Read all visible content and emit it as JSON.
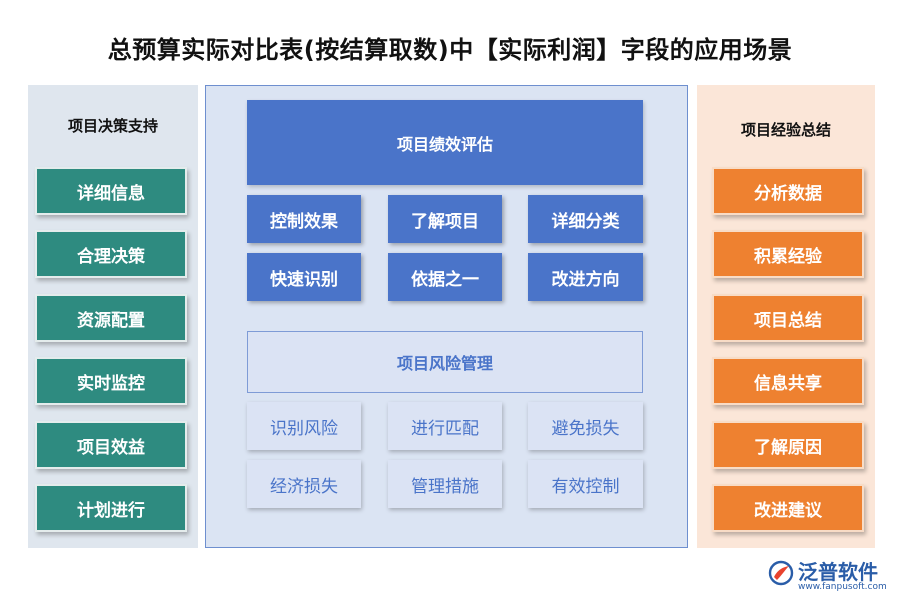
{
  "title": "总预算实际对比表(按结算取数)中【实际利润】字段的应用场景",
  "left_panel": {
    "title": "项目决策支持",
    "items": [
      "详细信息",
      "合理决策",
      "资源配置",
      "实时监控",
      "项目效益",
      "计划进行"
    ]
  },
  "center_panel": {
    "section1": {
      "title": "项目绩效评估",
      "items": [
        "控制效果",
        "了解项目",
        "详细分类",
        "快速识别",
        "依据之一",
        "改进方向"
      ]
    },
    "section2": {
      "title": "项目风险管理",
      "items": [
        "识别风险",
        "进行匹配",
        "避免损失",
        "经济损失",
        "管理措施",
        "有效控制"
      ]
    }
  },
  "right_panel": {
    "title": "项目经验总结",
    "items": [
      "分析数据",
      "积累经验",
      "项目总结",
      "信息共享",
      "了解原因",
      "改进建议"
    ]
  },
  "logo": {
    "name": "泛普软件",
    "url": "www.fanpusoft.com"
  },
  "colors": {
    "teal": "#2e8b80",
    "blue": "#4a74c9",
    "orange": "#ee8130",
    "logo_blue": "#2a5da8"
  }
}
